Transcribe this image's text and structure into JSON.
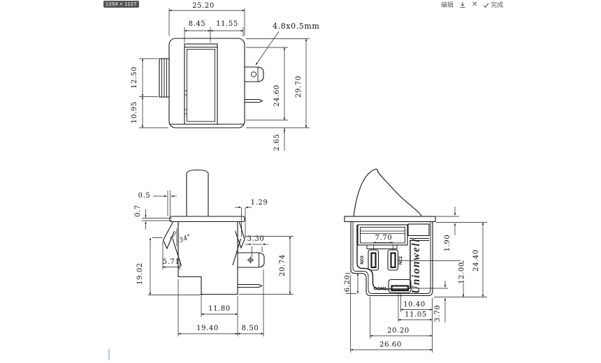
{
  "viewer": {
    "size_badge": "1254 × 1127",
    "toolbar": {
      "edit": "编辑",
      "done": "完成"
    }
  },
  "drawing": {
    "top_view": {
      "dims": {
        "total_width": "25.20",
        "left_width": "8.45",
        "right_width": "11.55",
        "terminal_note": "4.8x0.5mm",
        "button_height": "12.50",
        "lower_height": "10.95",
        "inner_height": "24.60",
        "total_height": "29.70",
        "foot_offset": "2.65"
      }
    },
    "front_view": {
      "dims": {
        "lip_offset": "0.5",
        "flange_thickness": "0.7",
        "latch_overhang": "1.29",
        "latch_angle": "34°",
        "hole_offset": "3.30",
        "latch_reach": "5.71",
        "body_height": "19.02",
        "overall_height": "20.74",
        "base_width": "11.80",
        "body_width": "19.40",
        "terminal_length": "8.50"
      }
    },
    "bottom_view": {
      "brand": "Unionwell",
      "terminal_labels": {
        "no": "NO3",
        "nc": "NC2",
        "com": "COM1"
      },
      "dims": {
        "slot_pitch": "7.70",
        "flange_lip": "1.90",
        "overall_depth": "24.40",
        "com_depth": "12.00",
        "notch_height": "6.20",
        "com_to_edge": "10.40",
        "com_offset": "3.70",
        "com_outer": "11.05",
        "step_width": "20.20",
        "total_width": "26.60"
      }
    }
  }
}
